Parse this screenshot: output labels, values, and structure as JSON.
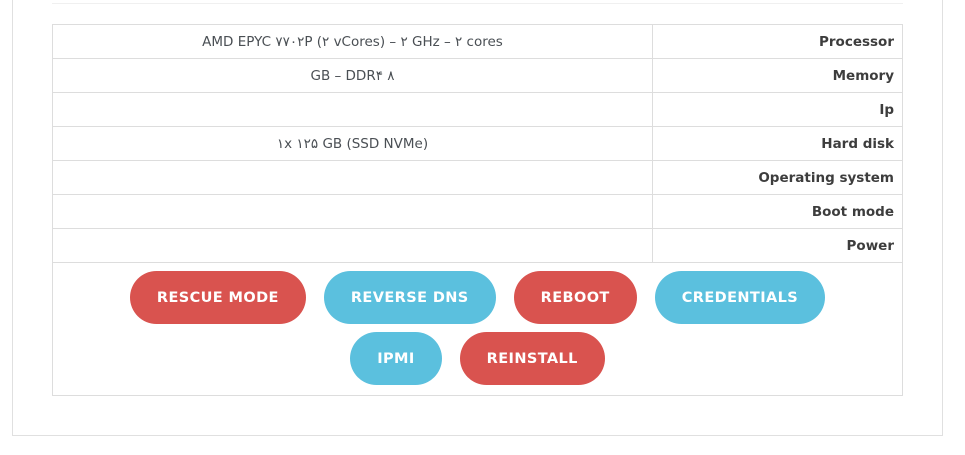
{
  "colors": {
    "red": "#d9534f",
    "blue": "#5bc0de",
    "border": "#dddddd",
    "label_text": "#3d3d3d",
    "value_text": "#4a4f54"
  },
  "spec": {
    "rows": [
      {
        "label": "Processor",
        "value": "AMD EPYC ۷۷۰۲P (۲ vCores) – ۲ GHz – ۲ cores"
      },
      {
        "label": "Memory",
        "value": "GB – DDR۴ ۸"
      },
      {
        "label": "Ip",
        "value": ""
      },
      {
        "label": "Hard disk",
        "value": "۱x ۱۲۵ GB (SSD NVMe)"
      },
      {
        "label": "Operating system",
        "value": ""
      },
      {
        "label": "Boot mode",
        "value": ""
      },
      {
        "label": "Power",
        "value": ""
      }
    ]
  },
  "actions": {
    "rescue_mode": {
      "label": "RESCUE MODE",
      "color": "red"
    },
    "reverse_dns": {
      "label": "REVERSE DNS",
      "color": "blue"
    },
    "reboot": {
      "label": "REBOOT",
      "color": "red"
    },
    "credentials": {
      "label": "CREDENTIALS",
      "color": "blue"
    },
    "ipmi": {
      "label": "IPMI",
      "color": "blue"
    },
    "reinstall": {
      "label": "REINSTALL",
      "color": "red"
    }
  }
}
